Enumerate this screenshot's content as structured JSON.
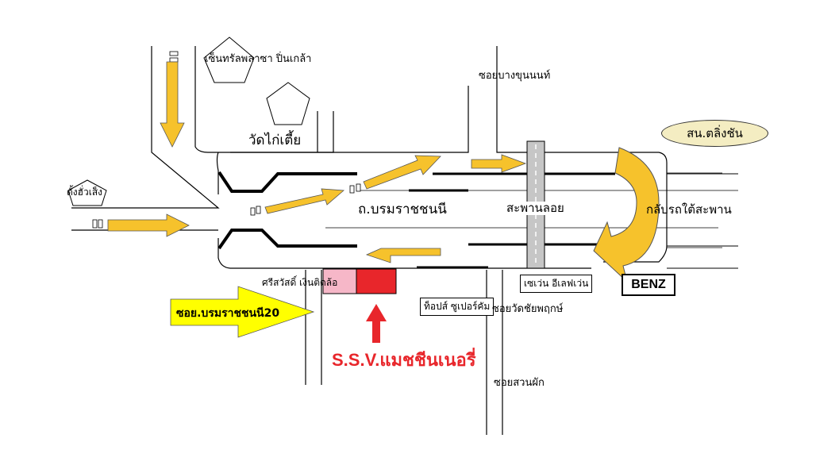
{
  "labels": {
    "central_plaza": "เซ็นทรัลพลาซา ปิ่นเกล้า",
    "wat_kai_tia": "วัดไก่เตี้ย",
    "tang_hua_seng": "ตั้งฮั่วเส็ง",
    "soi_bang_khun_non": "ซอยบางขุนนนท์",
    "sn_taling_chan": "สน.ตลิ่งชัน",
    "road_name": "ถ.บรมราชชนนี",
    "floating_bridge": "สะพานลอย",
    "u_turn": "กลับรถใต้สะพาน",
    "benz": "BENZ",
    "srisawat": "ศรีสวัสดิ์ เงินติดล้อ",
    "seven_eleven": "เซเว่น อีเลฟเว่น",
    "tops_supermarket": "ท็อปส์ ซูเปอร์คัม",
    "soi_wat_chai": "ซอยวัดชัยพฤกษ์",
    "soi_borom_20": "ซอย.บรมราชชนนี20",
    "ssv": "S.S.V.แมชชีนเนอรี่",
    "soi_suan_phak": "ซอยสวนผัก"
  },
  "colors": {
    "arrow_yellow": "#f6c22c",
    "road_line": "#000000",
    "bridge_gray": "#c6c6c6",
    "ssv_red": "#e8262b",
    "srisawat_pink": "#f6b7c8",
    "soi20_yellow": "#ffff00",
    "ellipse_fill": "#f4edc2"
  }
}
